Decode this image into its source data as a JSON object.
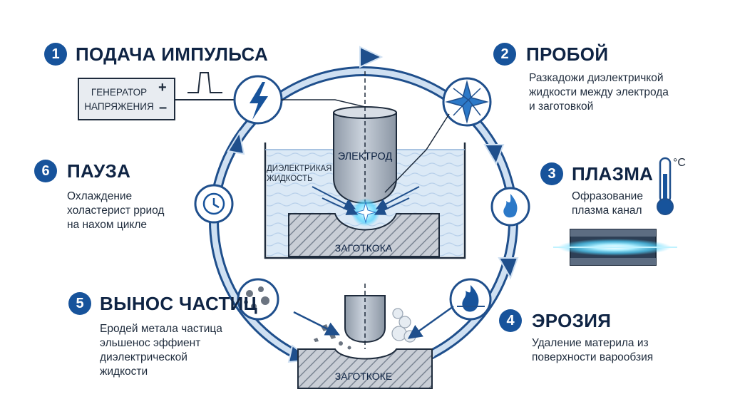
{
  "steps": [
    {
      "number": "1",
      "title": "ПОДАЧА ИМПУЛЬСА",
      "text": ""
    },
    {
      "number": "2",
      "title": "ПРОБОЙ",
      "text": "Разкадожи диэлектричкой\nжидкости между электрода\nи заготовкой"
    },
    {
      "number": "3",
      "title": "ПЛАЗМА",
      "text": "Офразование\nплазма канал"
    },
    {
      "number": "4",
      "title": "ЭРОЗИЯ",
      "text": "Удаление материла из\nповерхности варообзия"
    },
    {
      "number": "5",
      "title": "ВЫНОС ЧАСТИЦ",
      "text": "Еродей метала частица\nэльшеноc эффиент\nдиэлектрической\nжидкости"
    },
    {
      "number": "6",
      "title": "ПАУЗА",
      "text": "Охлаждение\nхоластерист рриод\nна нахом цикле"
    }
  ],
  "generator": {
    "label": "ГЕНЕРАТОР\nНАПРЯЖЕНИЯ",
    "plus": "+",
    "minus": "–"
  },
  "tank": {
    "electrode_label": "ЭЛЕКТРОД",
    "fluid_label": "ДИЭЛЕКТРИКАЯ\nЖИДКОСТЬ",
    "workpiece_label": "ЗАГОТКОКА"
  },
  "lower_workpiece_label": "ЗАГОТКОКЕ",
  "thermometer_unit": "°C",
  "colors": {
    "accent": "#17539b",
    "ring": "#3d6fae",
    "ring_fill": "#cfe0f2",
    "fluid": "#dbe9f6",
    "plasma": "#4fd4ff"
  },
  "icons": [
    "lightning-icon",
    "spark-star-icon",
    "flame-icon",
    "blue-flame-icon",
    "particles-icon",
    "clock-icon",
    "thermometer-icon"
  ]
}
